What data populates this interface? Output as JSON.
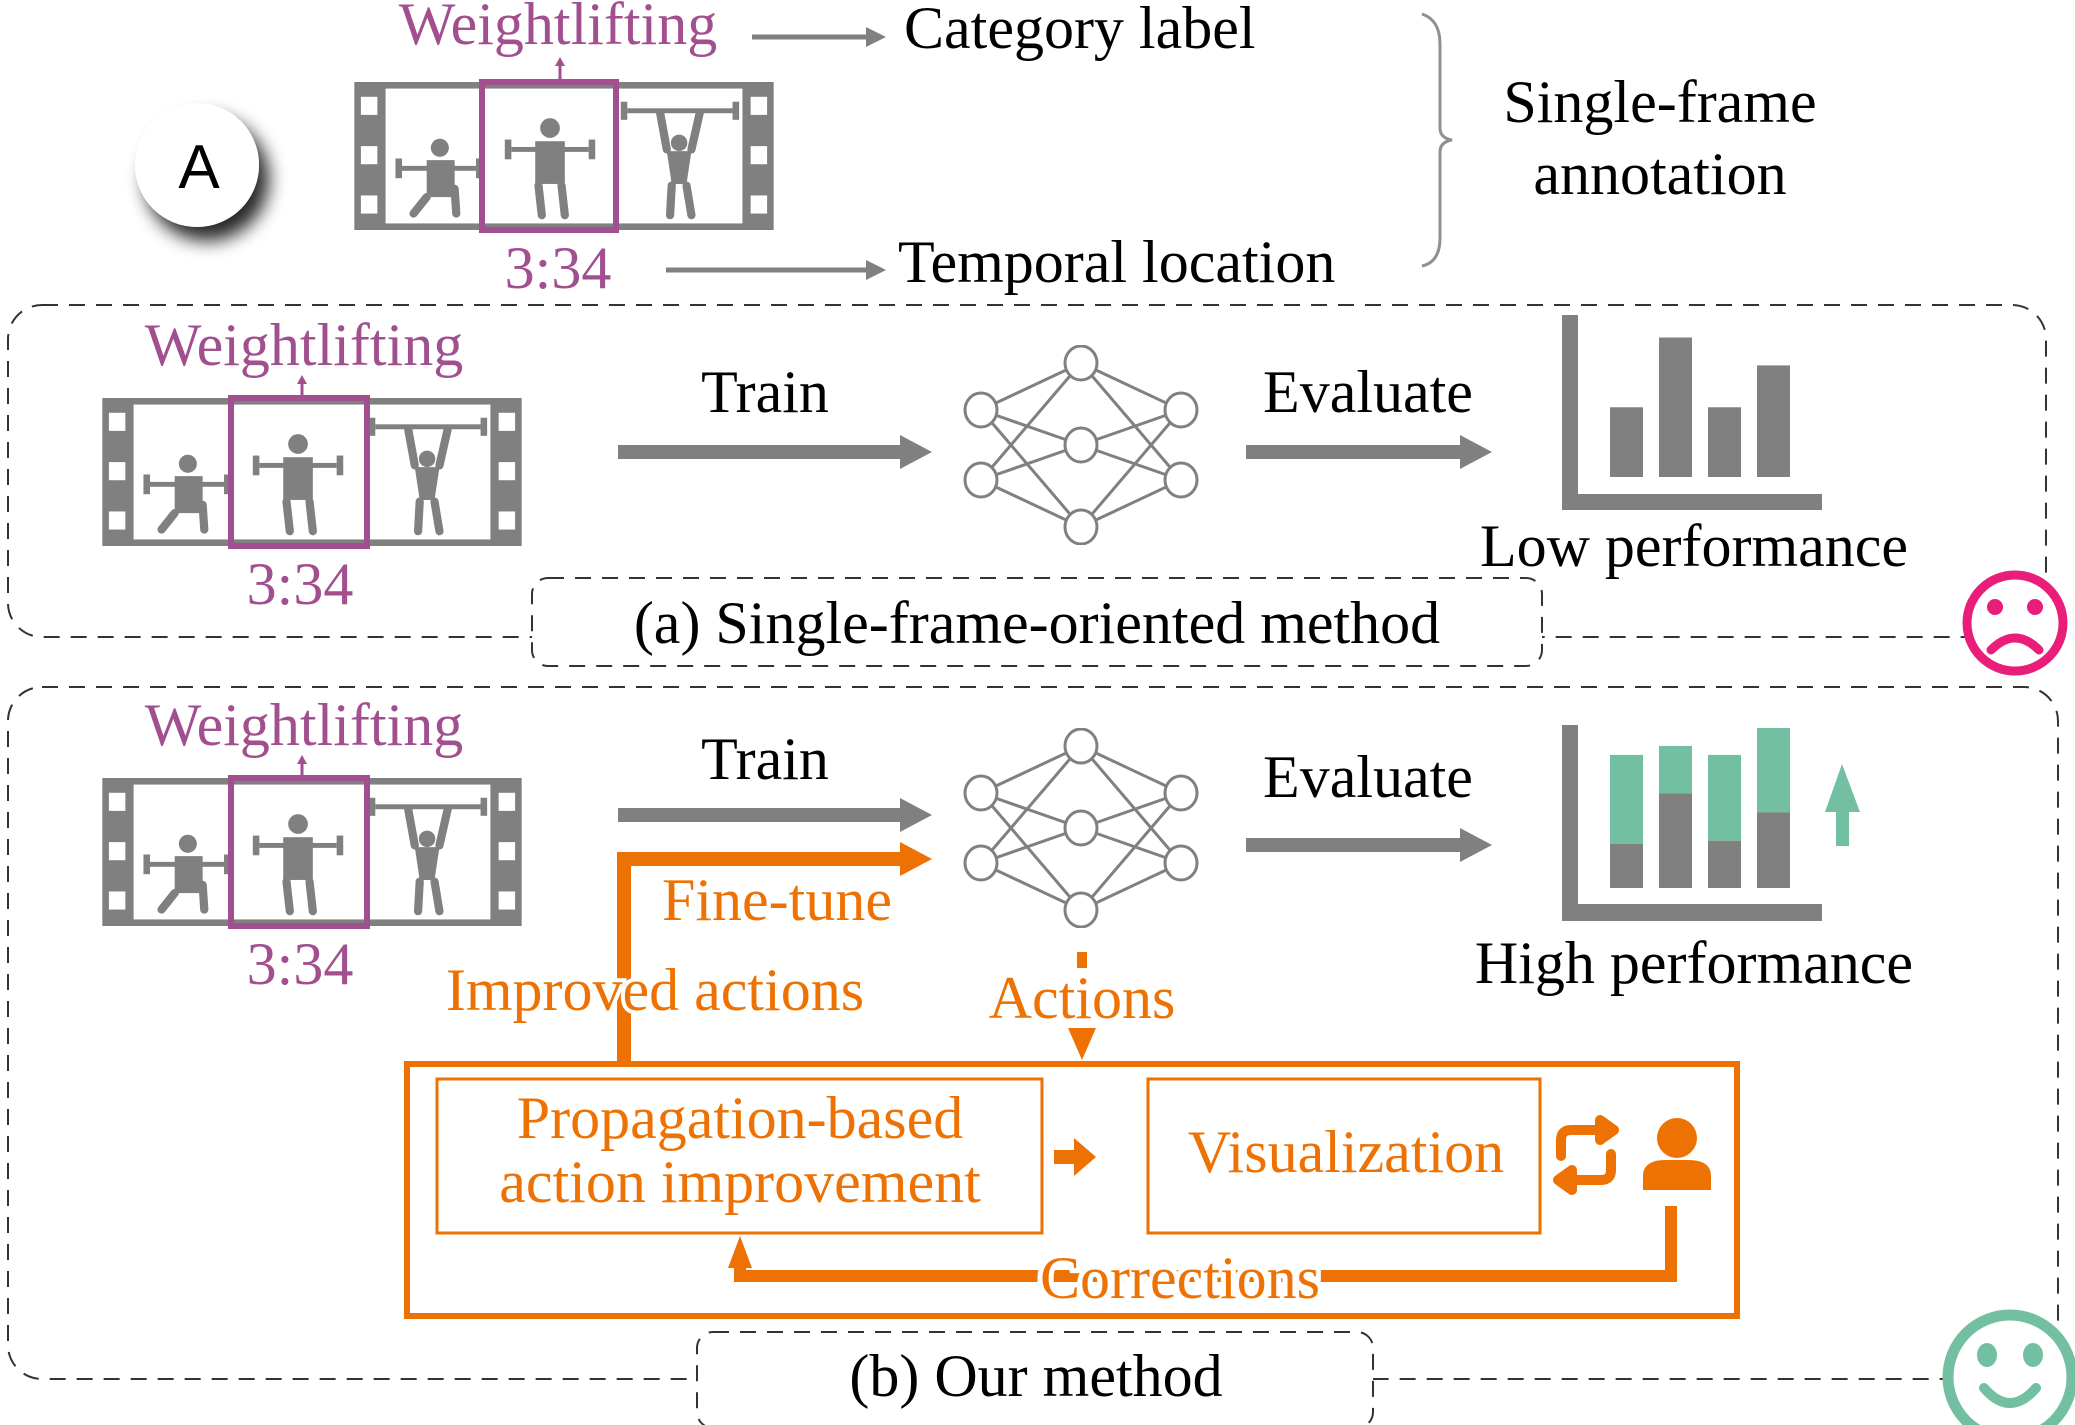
{
  "colors": {
    "purple": "#a24f8f",
    "gray": "#808080",
    "orange": "#ee7203",
    "teal": "#72bfa2",
    "pink": "#e91e7a",
    "black": "#000000",
    "dash": "#333333"
  },
  "header": {
    "badge": "A",
    "category": "Weightlifting",
    "timestamp": "3:34",
    "category_label": "Category label",
    "temporal_label": "Temporal location",
    "brace_label_line1": "Single-frame",
    "brace_label_line2": "annotation"
  },
  "panel_a": {
    "category": "Weightlifting",
    "timestamp": "3:34",
    "train_label": "Train",
    "evaluate_label": "Evaluate",
    "result_label": "Low performance",
    "caption": "(a) Single-frame-oriented method",
    "mood_icon": "sad-face-icon",
    "bars": [
      0.45,
      0.9,
      0.45,
      0.72
    ]
  },
  "panel_b": {
    "category": "Weightlifting",
    "timestamp": "3:34",
    "train_label": "Train",
    "finetune_label": "Fine-tune",
    "evaluate_label": "Evaluate",
    "result_label": "High performance",
    "improved_label": "Improved actions",
    "actions_label": "Actions",
    "corrections_label": "Corrections",
    "box1_line1": "Propagation-based",
    "box1_line2": "action improvement",
    "box2": "Visualization",
    "caption": "(b) Our method",
    "mood_icon": "happy-face-icon",
    "bars_base": [
      0.42,
      0.9,
      0.45,
      0.72
    ],
    "bars_total": [
      1.04,
      1.11,
      1.04,
      1.25
    ]
  }
}
